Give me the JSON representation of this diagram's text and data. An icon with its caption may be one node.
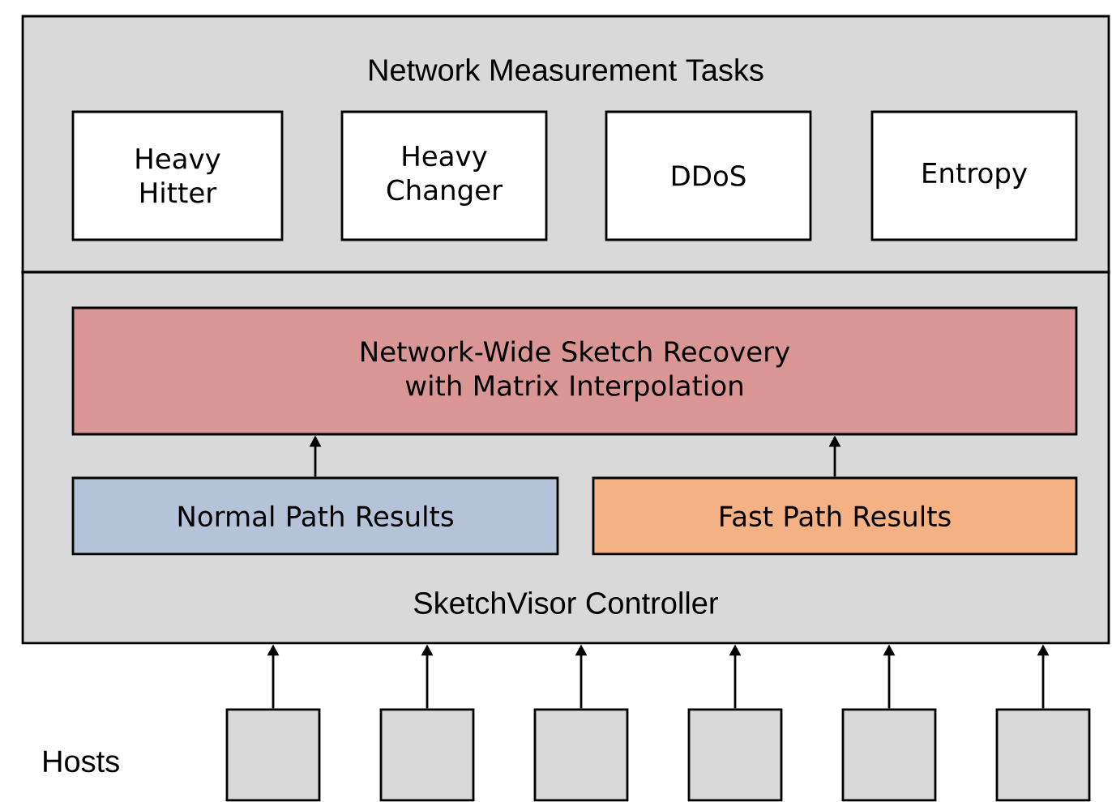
{
  "diagram": {
    "nodes": [
      {
        "text": [
          "Network Measurement Tasks"
        ]
      },
      {
        "text": [
          "Heavy Hitter"
        ],
        "in": 0
      },
      {
        "text": [
          "Heavy Changer"
        ],
        "in": 0
      },
      {
        "text": [
          "DDoS"
        ],
        "in": 0
      },
      {
        "text": [
          "Entropy"
        ],
        "in": 0
      },
      {
        "text": [
          "SketchVisor Controller"
        ]
      },
      {
        "text": [
          "Network-Wide Sketch Recovery with Matrix Interpolation"
        ],
        "in": 5
      },
      {
        "text": [
          "Normal Path Results"
        ],
        "in": 5
      },
      {
        "text": [
          "Fast Path Results"
        ],
        "in": 5
      },
      {
        "text": [],
        "shape": "box"
      },
      {
        "text": [],
        "shape": "box"
      },
      {
        "text": [],
        "shape": "box"
      },
      {
        "text": [],
        "shape": "box"
      },
      {
        "text": [],
        "shape": "box"
      },
      {
        "text": [],
        "shape": "box"
      }
    ],
    "edges": [
      {
        "from": 7,
        "to": 6,
        "arrow": "to"
      },
      {
        "from": 8,
        "to": 6,
        "arrow": "to"
      },
      {
        "from": 9,
        "to": 5,
        "arrow": "to"
      },
      {
        "from": 10,
        "to": 5,
        "arrow": "to"
      },
      {
        "from": 11,
        "to": 5,
        "arrow": "to"
      },
      {
        "from": 12,
        "to": 5,
        "arrow": "to"
      },
      {
        "from": 13,
        "to": 5,
        "arrow": "to"
      },
      {
        "from": 14,
        "to": 5,
        "arrow": "to"
      }
    ],
    "labels": [
      "Hosts"
    ]
  }
}
